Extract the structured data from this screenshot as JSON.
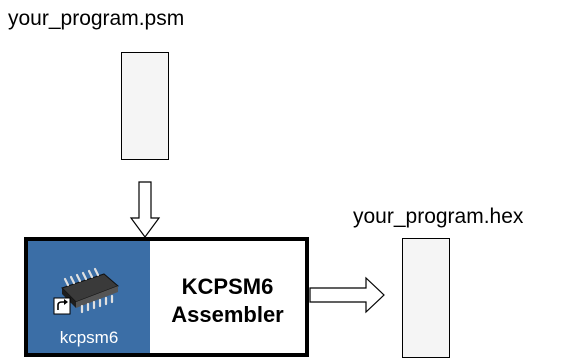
{
  "input_file": {
    "label": "your_program.psm"
  },
  "output_file": {
    "label": "your_program.hex"
  },
  "assembler": {
    "icon_name": "chip-shortcut-icon",
    "icon_caption": "kcpsm6",
    "title_line1": "KCPSM6",
    "title_line2": "Assembler",
    "panel_color": "#3b6ea6"
  }
}
